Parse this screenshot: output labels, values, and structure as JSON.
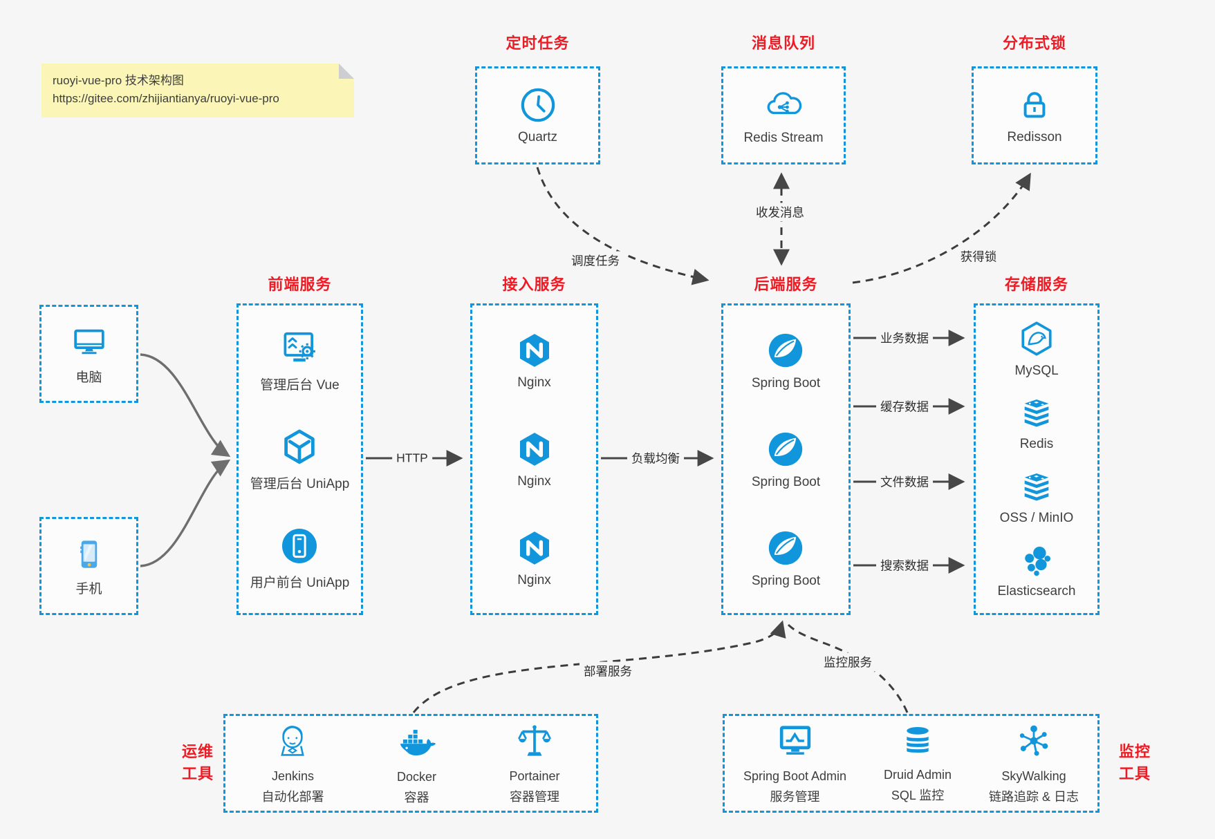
{
  "note": {
    "line1": "ruoyi-vue-pro 技术架构图",
    "line2": "https://gitee.com/zhijiantianya/ruoyi-vue-pro"
  },
  "top_groups": [
    {
      "title": "定时任务",
      "icon": "clock",
      "label": "Quartz"
    },
    {
      "title": "消息队列",
      "icon": "cloud-share",
      "label": "Redis Stream"
    },
    {
      "title": "分布式锁",
      "icon": "lock",
      "label": "Redisson"
    }
  ],
  "clients": [
    {
      "icon": "desktop",
      "label": "电脑"
    },
    {
      "icon": "smartphone",
      "label": "手机"
    }
  ],
  "columns": [
    {
      "title": "前端服务",
      "items": [
        {
          "icon": "admin-vue",
          "label": "管理后台 Vue"
        },
        {
          "icon": "uniapp-cube",
          "label": "管理后台 UniApp"
        },
        {
          "icon": "user-app",
          "label": "用户前台 UniApp"
        }
      ]
    },
    {
      "title": "接入服务",
      "items": [
        {
          "icon": "nginx",
          "label": "Nginx"
        },
        {
          "icon": "nginx",
          "label": "Nginx"
        },
        {
          "icon": "nginx",
          "label": "Nginx"
        }
      ]
    },
    {
      "title": "后端服务",
      "items": [
        {
          "icon": "spring-boot",
          "label": "Spring Boot"
        },
        {
          "icon": "spring-boot",
          "label": "Spring Boot"
        },
        {
          "icon": "spring-boot",
          "label": "Spring Boot"
        }
      ]
    },
    {
      "title": "存储服务",
      "items": [
        {
          "icon": "mysql",
          "label": "MySQL"
        },
        {
          "icon": "redis",
          "label": "Redis"
        },
        {
          "icon": "redis",
          "label": "OSS / MinIO"
        },
        {
          "icon": "elasticsearch",
          "label": "Elasticsearch"
        }
      ]
    }
  ],
  "bottom_groups": [
    {
      "title_line1": "运维",
      "title_line2": "工具",
      "items": [
        {
          "icon": "jenkins",
          "label": "Jenkins",
          "sublabel": "自动化部署"
        },
        {
          "icon": "docker",
          "label": "Docker",
          "sublabel": "容器"
        },
        {
          "icon": "portainer",
          "label": "Portainer",
          "sublabel": "容器管理"
        }
      ]
    },
    {
      "title_line1": "监控",
      "title_line2": "工具",
      "items": [
        {
          "icon": "spring-boot-admin",
          "label": "Spring Boot Admin",
          "sublabel": "服务管理"
        },
        {
          "icon": "druid",
          "label": "Druid Admin",
          "sublabel": "SQL 监控"
        },
        {
          "icon": "skywalking",
          "label": "SkyWalking",
          "sublabel": "链路追踪 & 日志"
        }
      ]
    }
  ],
  "edges": {
    "http": "HTTP",
    "load_balance": "负载均衡",
    "schedule": "调度任务",
    "messages": "收发消息",
    "lock": "获得锁",
    "business_data": "业务数据",
    "cache_data": "缓存数据",
    "file_data": "文件数据",
    "search_data": "搜索数据",
    "deploy": "部署服务",
    "monitor": "监控服务"
  },
  "colors": {
    "blue": "#1296db",
    "red": "#ed1c24",
    "arrow_dark": "#474747",
    "arrow_gray": "#6e6e6e",
    "note_bg": "#fbf6b7"
  }
}
